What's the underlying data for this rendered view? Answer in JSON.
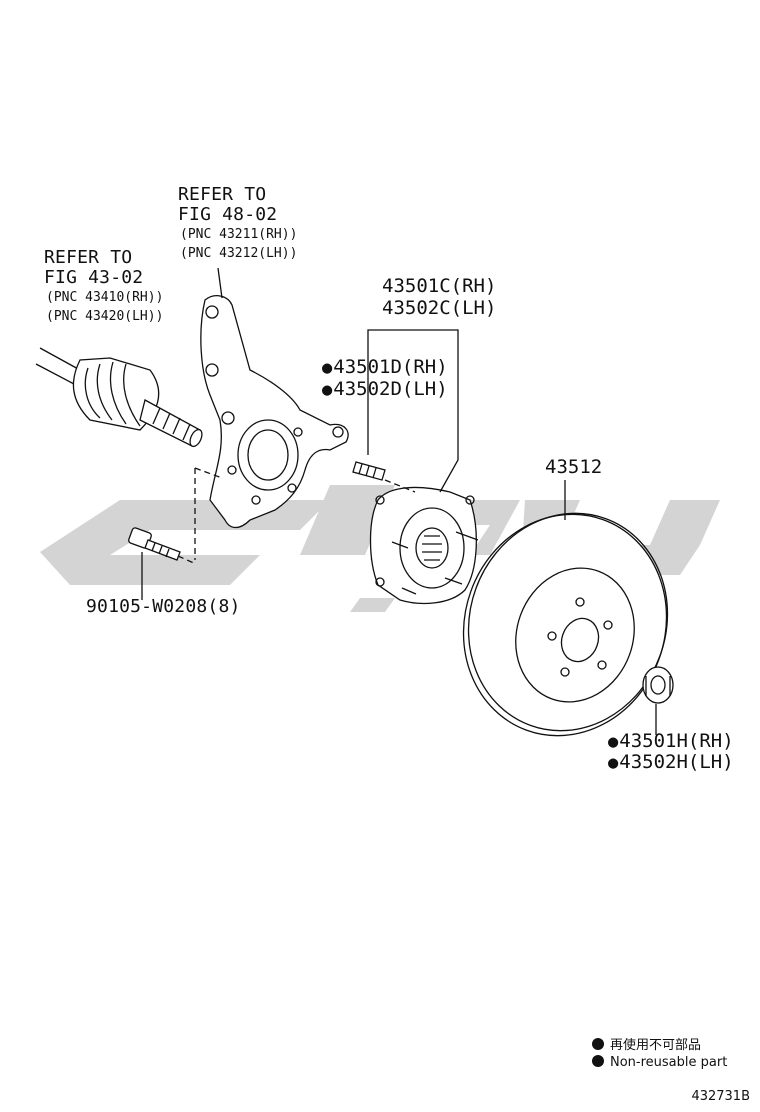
{
  "refer_knuckle": {
    "line1": "REFER TO",
    "line2": "FIG 48-02",
    "pnc1": "(PNC 43211(RH))",
    "pnc2": "(PNC 43212(LH))"
  },
  "refer_driveshaft": {
    "line1": "REFER TO",
    "line2": "FIG 43-02",
    "pnc1": "(PNC 43410(RH))",
    "pnc2": "(PNC 43420(LH))"
  },
  "parts": {
    "hub_rh": "43501C(RH)",
    "hub_lh": "43502C(LH)",
    "bolt_rh": "43501D(RH)",
    "bolt_lh": "43502D(LH)",
    "disc": "43512",
    "knuckle_bolt": "90105-W0208(8)",
    "nut_rh": "43501H(RH)",
    "nut_lh": "43502H(LH)"
  },
  "legend": {
    "jp": "再使用不可部品",
    "en": "Non-reusable part"
  },
  "figure_code": "432731B",
  "colors": {
    "watermark": "#d2d2d2",
    "line": "#111111"
  }
}
